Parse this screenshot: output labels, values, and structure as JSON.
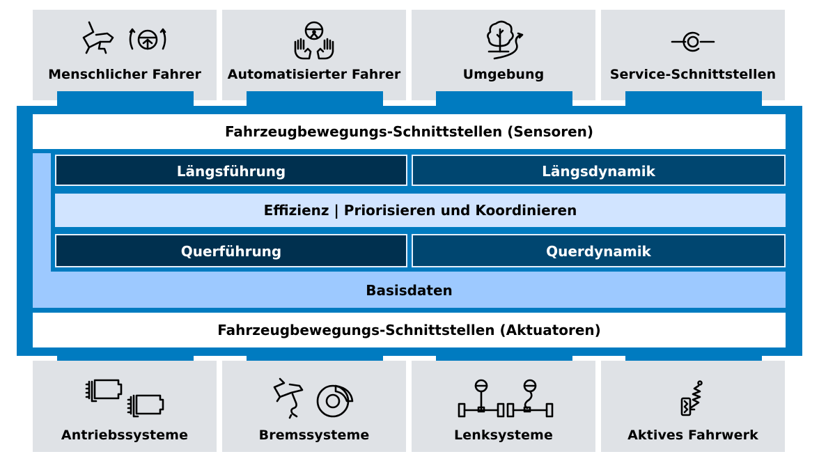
{
  "colors": {
    "frame_blue": "#007bc0",
    "light_blue": "#9dc9ff",
    "pale_blue": "#d1e4ff",
    "dark_navy_left": "#00304f",
    "dark_navy_right": "#004670",
    "card_gray": "#dfe2e6"
  },
  "inputs": [
    {
      "label": "Menschlicher Fahrer",
      "icon": "pedal-steering-wheel-icon"
    },
    {
      "label": "Automatisierter Fahrer",
      "icon": "hands-off-steering-wheel-icon"
    },
    {
      "label": "Umgebung",
      "icon": "tree-road-icon"
    },
    {
      "label": "Service-Schnittstellen",
      "icon": "interface-connector-icon"
    }
  ],
  "core": {
    "sensors_interface": "Fahrzeugbewegungs-Schnittstellen (Sensoren)",
    "longitudinal_guidance": "Längsführung",
    "longitudinal_dynamics": "Längsdynamik",
    "coordination": "Effizienz | Priorisieren und Koordinieren",
    "lateral_guidance": "Querführung",
    "lateral_dynamics": "Querdynamik",
    "base_data": "Basisdaten",
    "actuators_interface": "Fahrzeugbewegungs-Schnittstellen (Aktuatoren)"
  },
  "outputs": [
    {
      "label": "Antriebssysteme",
      "icon": "drive-motors-icon"
    },
    {
      "label": "Bremssysteme",
      "icon": "brake-pedal-disc-icon"
    },
    {
      "label": "Lenksysteme",
      "icon": "steering-axle-icon"
    },
    {
      "label": "Aktives Fahrwerk",
      "icon": "active-suspension-icon"
    }
  ]
}
